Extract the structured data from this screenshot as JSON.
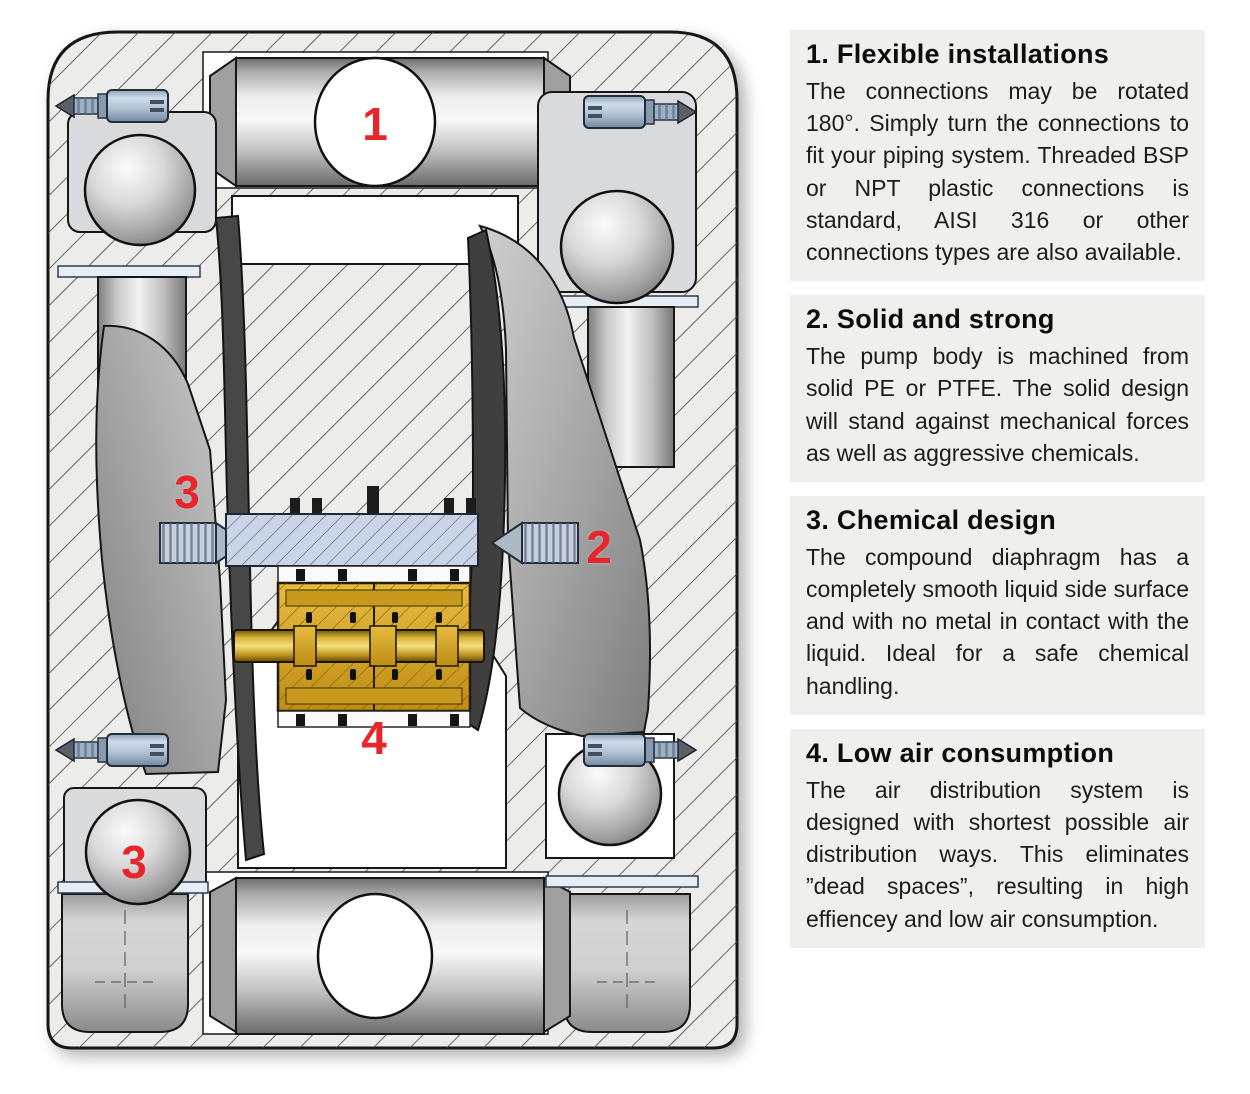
{
  "figure": {
    "callouts": [
      {
        "label": "1"
      },
      {
        "label": "2"
      },
      {
        "label": "3"
      },
      {
        "label": "3"
      },
      {
        "label": "4"
      }
    ]
  },
  "features": {
    "sections": [
      {
        "heading": "1. Flexible installations",
        "body": "The connections may be rotated 180°. Simply turn the connections to fit your piping system. Threaded BSP or NPT plastic connections is standard, AISI 316 or other connections types are also available."
      },
      {
        "heading": "2. Solid and strong",
        "body": "The pump body is machined from solid PE or PTFE. The solid design will stand against mechanical forces as well as aggressive chemicals."
      },
      {
        "heading": "3. Chemical design",
        "body": "The compound diaphragm has a completely smooth liquid side surface and with no metal in contact with the liquid. Ideal for a safe chemical handling."
      },
      {
        "heading": "4. Low air consumption",
        "body": "The air distribution system is designed with shortest possible air distribution ways. This eliminates ”dead spaces”, resulting in high effiencey and low air consumption."
      }
    ]
  },
  "colors": {
    "accent_red": "#e7252b",
    "panel_bg": "#efefed",
    "body_metal": "#ececea",
    "gold": "#d9a72a",
    "bolt_blue": "#b9c9dd"
  }
}
